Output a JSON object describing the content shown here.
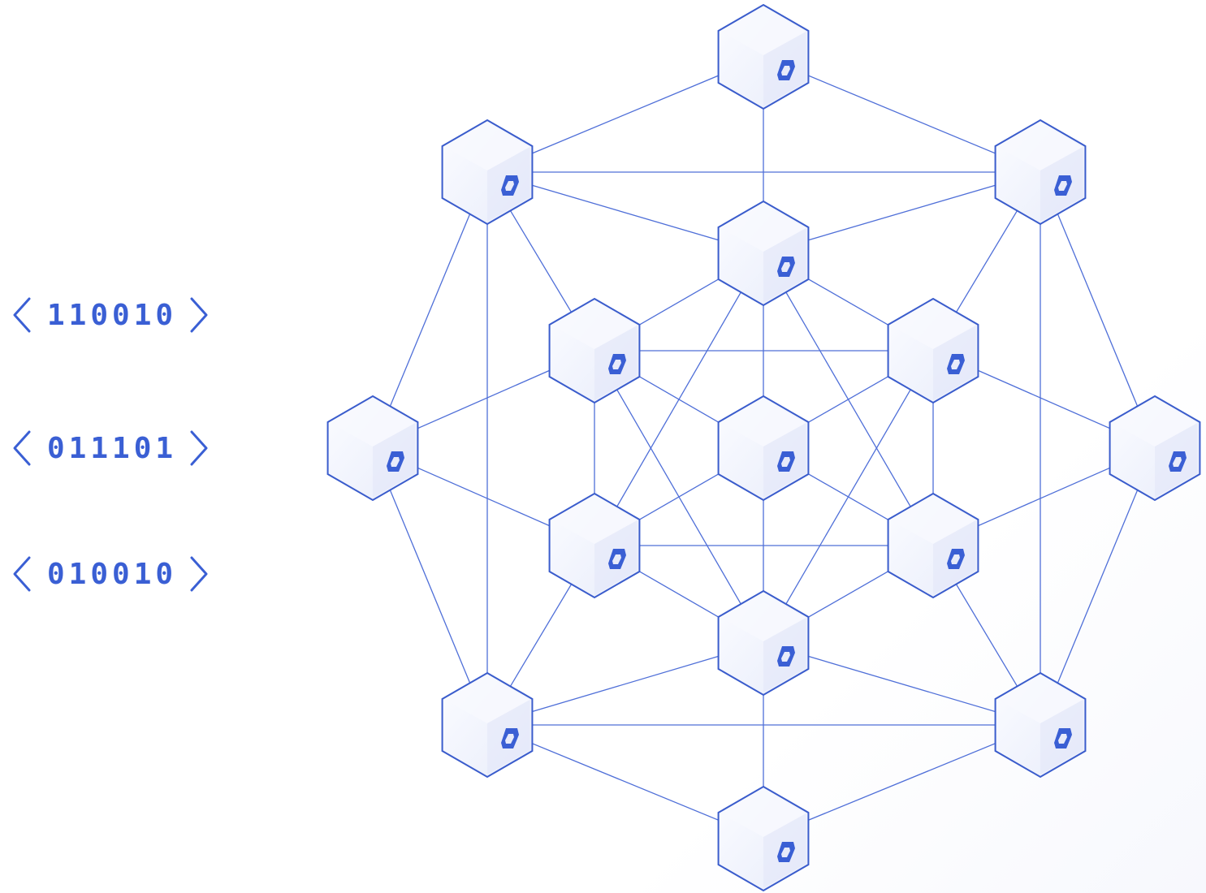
{
  "colors": {
    "accent": "#3a5fd4",
    "line": "#4f6fd8",
    "hex_stroke": "#3a5ccc",
    "face_light": "#f7f8fe",
    "face_mid": "#eceffb",
    "face_dark": "#e2e6f8"
  },
  "binary_codes": [
    {
      "value": "110010"
    },
    {
      "value": "011101"
    },
    {
      "value": "010010"
    }
  ],
  "node_icon": "chain-link-icon"
}
